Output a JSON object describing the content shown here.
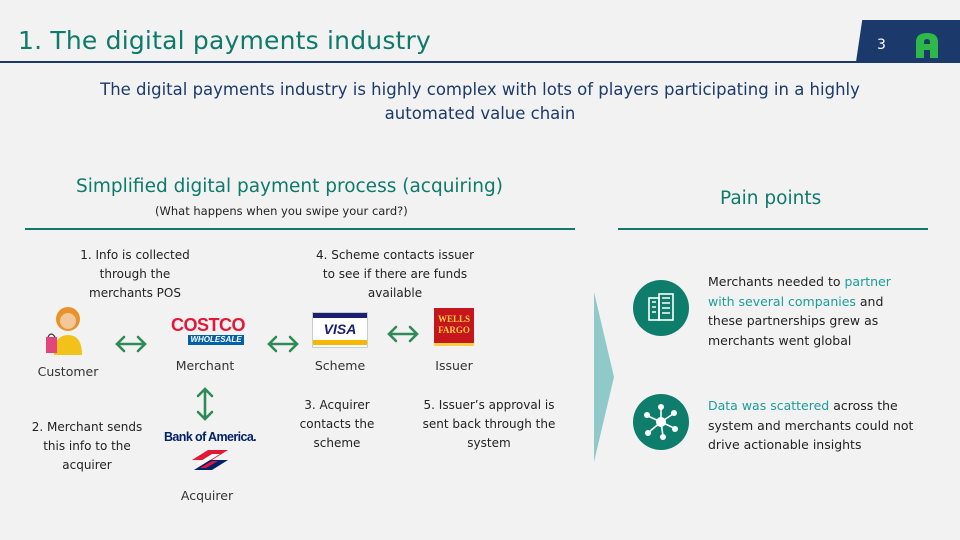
{
  "header": {
    "title": "1. The digital payments industry",
    "page_number": "3",
    "logo_icon": "brand-a-logo"
  },
  "subtitle": "The digital payments industry is highly complex with lots of players participating in a highly automated value chain",
  "process": {
    "heading": "Simplified digital payment process (acquiring)",
    "subheading": "(What happens when you swipe your card?)",
    "notes": {
      "step1": "1. Info is collected through the merchants POS",
      "step4": "4. Scheme contacts issuer to see if there are funds available",
      "step2": "2. Merchant sends this info to the acquirer",
      "step3": "3. Acquirer contacts the scheme",
      "step5": "5. Issuer’s approval is sent back through the system"
    },
    "nodes": {
      "customer": "Customer",
      "merchant": "Merchant",
      "scheme": "Scheme",
      "issuer": "Issuer",
      "acquirer": "Acquirer"
    },
    "logos": {
      "costco_top": "COSTCO",
      "costco_bottom": "WHOLESALE",
      "visa": "VISA",
      "wells": "WELLS FARGO",
      "boa": "Bank of America."
    }
  },
  "pain": {
    "heading": "Pain points",
    "p1": {
      "pre": "Merchants needed to ",
      "hl": "partner with several companies",
      "post": " and these partnerships grew as merchants went global",
      "icon": "buildings-icon"
    },
    "p2": {
      "hl": "Data was scattered",
      "post": " across the system and merchants could not drive actionable insights",
      "icon": "network-hub-icon"
    }
  },
  "colors": {
    "teal": "#0d7a6a",
    "navy": "#1b3a6b",
    "highlight": "#1a9e9a",
    "chevron": "#8fc9c9"
  }
}
